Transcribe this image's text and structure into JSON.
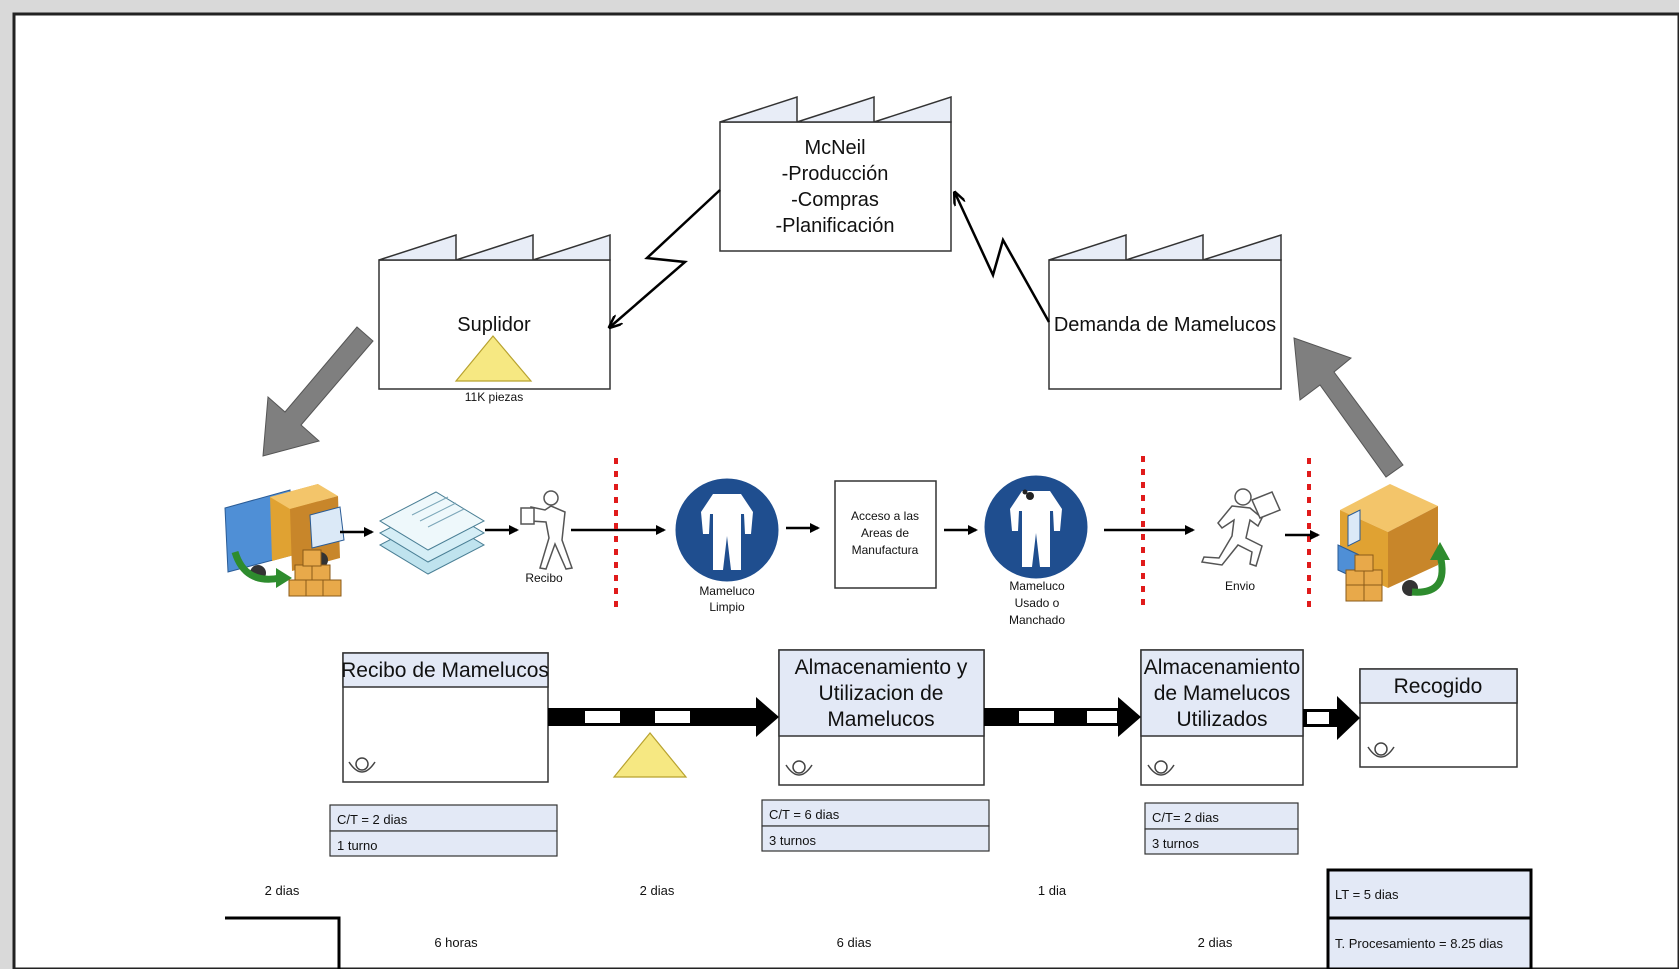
{
  "factories": {
    "mcneil": {
      "lines": [
        "McNeil",
        "-Producción",
        "-Compras",
        "-Planificación"
      ]
    },
    "supplier": {
      "name": "Suplidor",
      "inventory": "11K piezas"
    },
    "customer": {
      "name": "Demanda de Mamelucos"
    }
  },
  "flow": {
    "recibo": "Recibo",
    "mameluco_limpio": [
      "Mameluco",
      "Limpio"
    ],
    "acceso": [
      "Acceso a las",
      "Areas de",
      "Manufactura"
    ],
    "mameluco_usado": [
      "Mameluco",
      "Usado o",
      "Manchado"
    ],
    "envio": "Envio"
  },
  "processes": [
    {
      "title": [
        "Recibo de Mamelucos"
      ],
      "ct": "C/T = 2 dias",
      "shifts": "1 turno"
    },
    {
      "title": [
        "Almacenamiento y",
        "Utilizacion de",
        "Mamelucos"
      ],
      "ct": "C/T = 6 dias",
      "shifts": "3 turnos"
    },
    {
      "title": [
        "Almacenamiento",
        "de Mamelucos",
        "Utilizados"
      ],
      "ct": "C/T= 2 dias",
      "shifts": "3 turnos"
    },
    {
      "title": [
        "Recogido"
      ]
    }
  ],
  "timeline": {
    "upper": [
      "2 dias",
      "2 dias",
      "1 dia"
    ],
    "lower": [
      "6 horas",
      "6 dias",
      "2 dias"
    ],
    "lt": "LT = 5 dias",
    "processing": "T. Procesamiento = 8.25 dias"
  },
  "colors": {
    "factory_border": "#333333",
    "roof_fill": "#e8edf7",
    "process_header": "#e3e9f6",
    "inventory_triangle": "#f6e882",
    "gray_arrow": "#7f7f7f",
    "dash_red": "#e01b1b",
    "blue_circle": "#1f4e8f"
  },
  "icons": [
    "truck-unload-icon",
    "documents-icon",
    "worker-icon",
    "coverall-icon",
    "coverall-used-icon",
    "runner-icon",
    "truck-load-icon",
    "operator-icon"
  ]
}
